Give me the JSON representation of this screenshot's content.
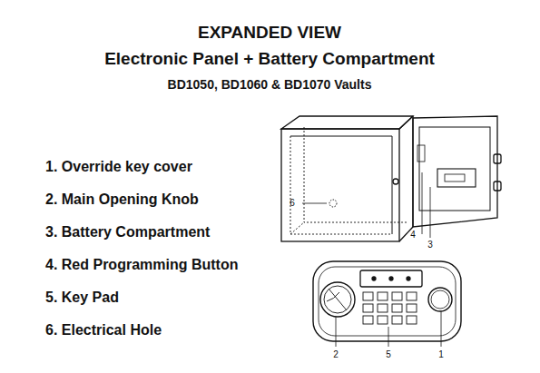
{
  "diagram": {
    "title": "EXPANDED VIEW",
    "labels": [
      "Electronic Panel + Battery Compartment",
      "BD1050, BD1060 & BD1070 Vaults",
      "1. Override key cover",
      "2. Main Opening Knob",
      "3. Battery Compartment",
      "4.  Red Programming Button",
      "5.  Key Pad",
      "6. Electrical Hole",
      "6",
      "4",
      "3",
      "2",
      "5",
      "1"
    ]
  }
}
